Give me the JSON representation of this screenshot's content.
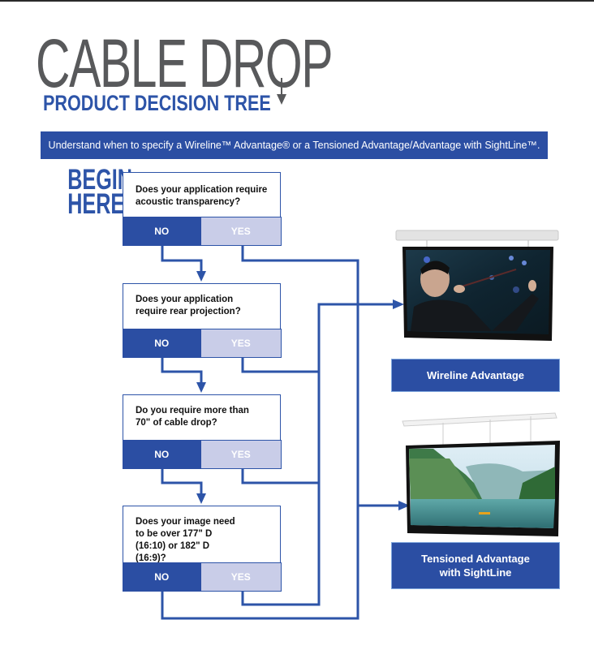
{
  "header": {
    "title": "CABLE DROP",
    "subtitle": "PRODUCT DECISION TREE",
    "banner": "Understand when to specify a Wireline™ Advantage® or a Tensioned Advantage/Advantage with SightLine™."
  },
  "start_label": [
    "BEGIN",
    "HERE"
  ],
  "questions": [
    {
      "text": "Does your application require acoustic transparency?",
      "no": "NO",
      "yes": "YES"
    },
    {
      "text": "Does your application require rear projection?",
      "no": "NO",
      "yes": "YES"
    },
    {
      "text": "Do you require more than 70\" of cable drop?",
      "no": "NO",
      "yes": "YES"
    },
    {
      "text": "Does your image need to be over 177\" D (16:10) or 182\" D (16:9)?",
      "no": "NO",
      "yes": "YES"
    }
  ],
  "results": [
    {
      "label": "Wireline Advantage",
      "image": "projection-screen-conductor-image"
    },
    {
      "label": "Tensioned Advantage with SightLine",
      "image": "projection-screen-landscape-image"
    }
  ],
  "colors": {
    "brand_blue": "#2b4ea3",
    "yes_fill": "#c9cde8",
    "title_gray": "#58595b"
  }
}
